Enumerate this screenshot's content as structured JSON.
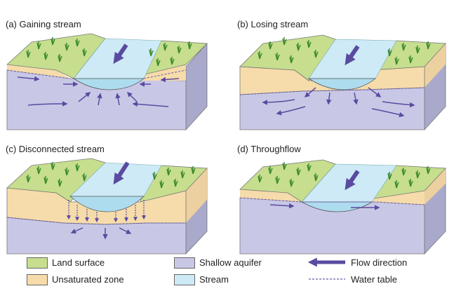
{
  "panels": [
    {
      "title": "(a) Gaining stream"
    },
    {
      "title": "(b) Losing stream"
    },
    {
      "title": "(c) Disconnected stream"
    },
    {
      "title": "(d) Throughflow"
    }
  ],
  "legend": {
    "land_surface": "Land surface",
    "unsaturated_zone": "Unsaturated zone",
    "shallow_aquifer": "Shallow aquifer",
    "stream": "Stream",
    "flow_direction": "Flow direction",
    "water_table": "Water table"
  },
  "colors": {
    "land": "#c6de8e",
    "unsaturated": "#f6dcaa",
    "aquifer": "#c8c8e6",
    "stream": "#cdeaf6",
    "flow_arrow": "#5a4aa0",
    "water_table": "#6a5aa8"
  }
}
